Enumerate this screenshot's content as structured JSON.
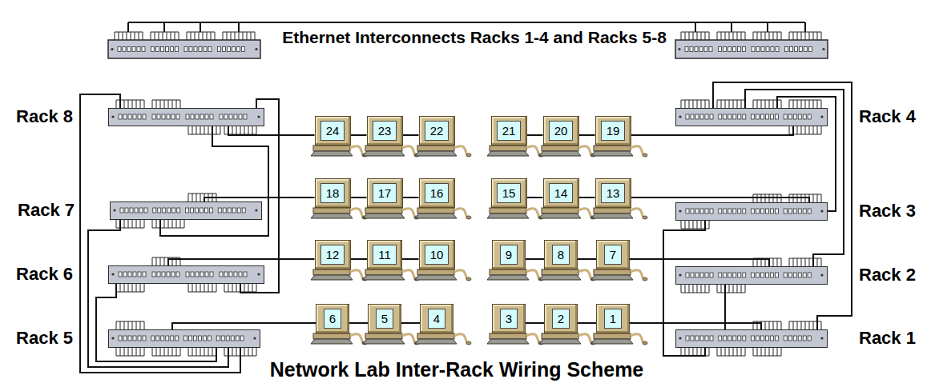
{
  "diagram": {
    "title": "Ethernet Interconnects Racks 1-4 and Racks 5-8",
    "caption": "Network Lab Inter-Rack Wiring Scheme",
    "nodes": [
      {
        "text": [
          "Rack 8"
        ]
      },
      {
        "text": [
          "24"
        ]
      },
      {
        "text": [
          "23"
        ]
      },
      {
        "text": [
          "22"
        ]
      },
      {
        "text": [
          "21"
        ]
      },
      {
        "text": [
          "20"
        ]
      },
      {
        "text": [
          "19"
        ]
      },
      {
        "text": [
          "Rack 4"
        ]
      },
      {
        "text": [
          "Rack 7"
        ]
      },
      {
        "text": [
          "18"
        ]
      },
      {
        "text": [
          "17"
        ]
      },
      {
        "text": [
          "16"
        ]
      },
      {
        "text": [
          "15"
        ]
      },
      {
        "text": [
          "14"
        ]
      },
      {
        "text": [
          "13"
        ]
      },
      {
        "text": [
          "Rack 3"
        ]
      },
      {
        "text": [
          "Rack 6"
        ]
      },
      {
        "text": [
          "12"
        ]
      },
      {
        "text": [
          "11"
        ]
      },
      {
        "text": [
          "10"
        ]
      },
      {
        "text": [
          "9"
        ]
      },
      {
        "text": [
          "8"
        ]
      },
      {
        "text": [
          "7"
        ]
      },
      {
        "text": [
          "Rack 2"
        ]
      },
      {
        "text": [
          "Rack 5"
        ]
      },
      {
        "text": [
          "6"
        ]
      },
      {
        "text": [
          "5"
        ]
      },
      {
        "text": [
          "4"
        ]
      },
      {
        "text": [
          "3"
        ]
      },
      {
        "text": [
          "2"
        ]
      },
      {
        "text": [
          "1"
        ]
      },
      {
        "text": [
          "Rack 1"
        ]
      }
    ],
    "edges": [
      {
        "from": 0,
        "to": 1,
        "arrow": "none"
      },
      {
        "from": 1,
        "to": 2,
        "arrow": "none"
      },
      {
        "from": 2,
        "to": 3,
        "arrow": "none"
      },
      {
        "from": 4,
        "to": 5,
        "arrow": "none"
      },
      {
        "from": 5,
        "to": 6,
        "arrow": "none"
      },
      {
        "from": 6,
        "to": 7,
        "arrow": "none"
      },
      {
        "from": 8,
        "to": 9,
        "arrow": "none"
      },
      {
        "from": 9,
        "to": 10,
        "arrow": "none"
      },
      {
        "from": 10,
        "to": 11,
        "arrow": "none"
      },
      {
        "from": 12,
        "to": 13,
        "arrow": "none"
      },
      {
        "from": 13,
        "to": 14,
        "arrow": "none"
      },
      {
        "from": 14,
        "to": 15,
        "arrow": "none"
      },
      {
        "from": 16,
        "to": 17,
        "arrow": "none"
      },
      {
        "from": 17,
        "to": 18,
        "arrow": "none"
      },
      {
        "from": 18,
        "to": 19,
        "arrow": "none"
      },
      {
        "from": 20,
        "to": 21,
        "arrow": "none"
      },
      {
        "from": 21,
        "to": 22,
        "arrow": "none"
      },
      {
        "from": 22,
        "to": 23,
        "arrow": "none"
      },
      {
        "from": 24,
        "to": 25,
        "arrow": "none"
      },
      {
        "from": 25,
        "to": 26,
        "arrow": "none"
      },
      {
        "from": 26,
        "to": 27,
        "arrow": "none"
      },
      {
        "from": 28,
        "to": 29,
        "arrow": "none"
      },
      {
        "from": 29,
        "to": 30,
        "arrow": "none"
      },
      {
        "from": 30,
        "to": 31,
        "arrow": "none"
      },
      {
        "from": 0,
        "to": 8,
        "arrow": "none"
      },
      {
        "from": 0,
        "to": 16,
        "arrow": "none"
      },
      {
        "from": 0,
        "to": 24,
        "arrow": "none"
      },
      {
        "from": 8,
        "to": 24,
        "arrow": "none"
      },
      {
        "from": 16,
        "to": 24,
        "arrow": "none"
      },
      {
        "from": 7,
        "to": 31,
        "arrow": "none"
      },
      {
        "from": 7,
        "to": 23,
        "arrow": "none"
      },
      {
        "from": 7,
        "to": 15,
        "arrow": "none"
      },
      {
        "from": 15,
        "to": 31,
        "arrow": "none"
      },
      {
        "from": 23,
        "to": 31,
        "arrow": "none"
      }
    ]
  }
}
